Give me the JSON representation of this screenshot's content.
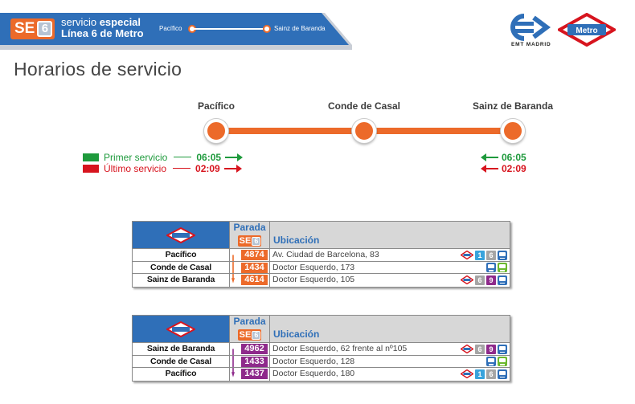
{
  "header": {
    "badge_text": "SE",
    "badge_number": "6",
    "line1_prefix": "servicio",
    "line1_bold": "especial",
    "line2": "Línea 6 de Metro",
    "route_from": "Pacífico",
    "route_to": "Sainz de Baranda",
    "emt_text": "EMT MADRID",
    "metro_text": "Metro"
  },
  "page": {
    "title": "Horarios de servicio"
  },
  "route": {
    "stations": [
      "Pacífico",
      "Conde de Casal",
      "Sainz de Baranda"
    ],
    "first_service": {
      "label": "Primer servicio",
      "from_start": "06:05",
      "from_end": "06:05",
      "color": "#1e9a3c"
    },
    "last_service": {
      "label": "Último servicio",
      "from_start": "02:09",
      "from_end": "02:09",
      "color": "#d7141e"
    },
    "line_color": "#ec6a2a"
  },
  "tables": [
    {
      "parada_label": "Parada",
      "ubicacion_label": "Ubicación",
      "color": "#ec6a2a",
      "rows": [
        {
          "name": "Pacífico",
          "stop": "4874",
          "address": "Av. Ciudad de Barcelona, 83",
          "connections": [
            "metro",
            "1",
            "6",
            "bus"
          ]
        },
        {
          "name": "Conde de Casal",
          "stop": "1434",
          "address": "Doctor Esquerdo, 173",
          "connections": [
            "bus",
            "bus-green"
          ]
        },
        {
          "name": "Sainz de Baranda",
          "stop": "4614",
          "address": "Doctor Esquerdo, 105",
          "connections": [
            "metro",
            "6",
            "9",
            "bus"
          ]
        }
      ]
    },
    {
      "parada_label": "Parada",
      "ubicacion_label": "Ubicación",
      "color": "#8e2a8b",
      "rows": [
        {
          "name": "Sainz de Baranda",
          "stop": "4962",
          "address": "Doctor Esquerdo, 62 frente al nº105",
          "connections": [
            "metro",
            "6",
            "9",
            "bus"
          ]
        },
        {
          "name": "Conde de Casal",
          "stop": "1433",
          "address": "Doctor Esquerdo, 128",
          "connections": [
            "bus",
            "bus-green"
          ]
        },
        {
          "name": "Pacífico",
          "stop": "1437",
          "address": "Doctor Esquerdo, 180",
          "connections": [
            "metro",
            "1",
            "6",
            "bus"
          ]
        }
      ]
    }
  ]
}
